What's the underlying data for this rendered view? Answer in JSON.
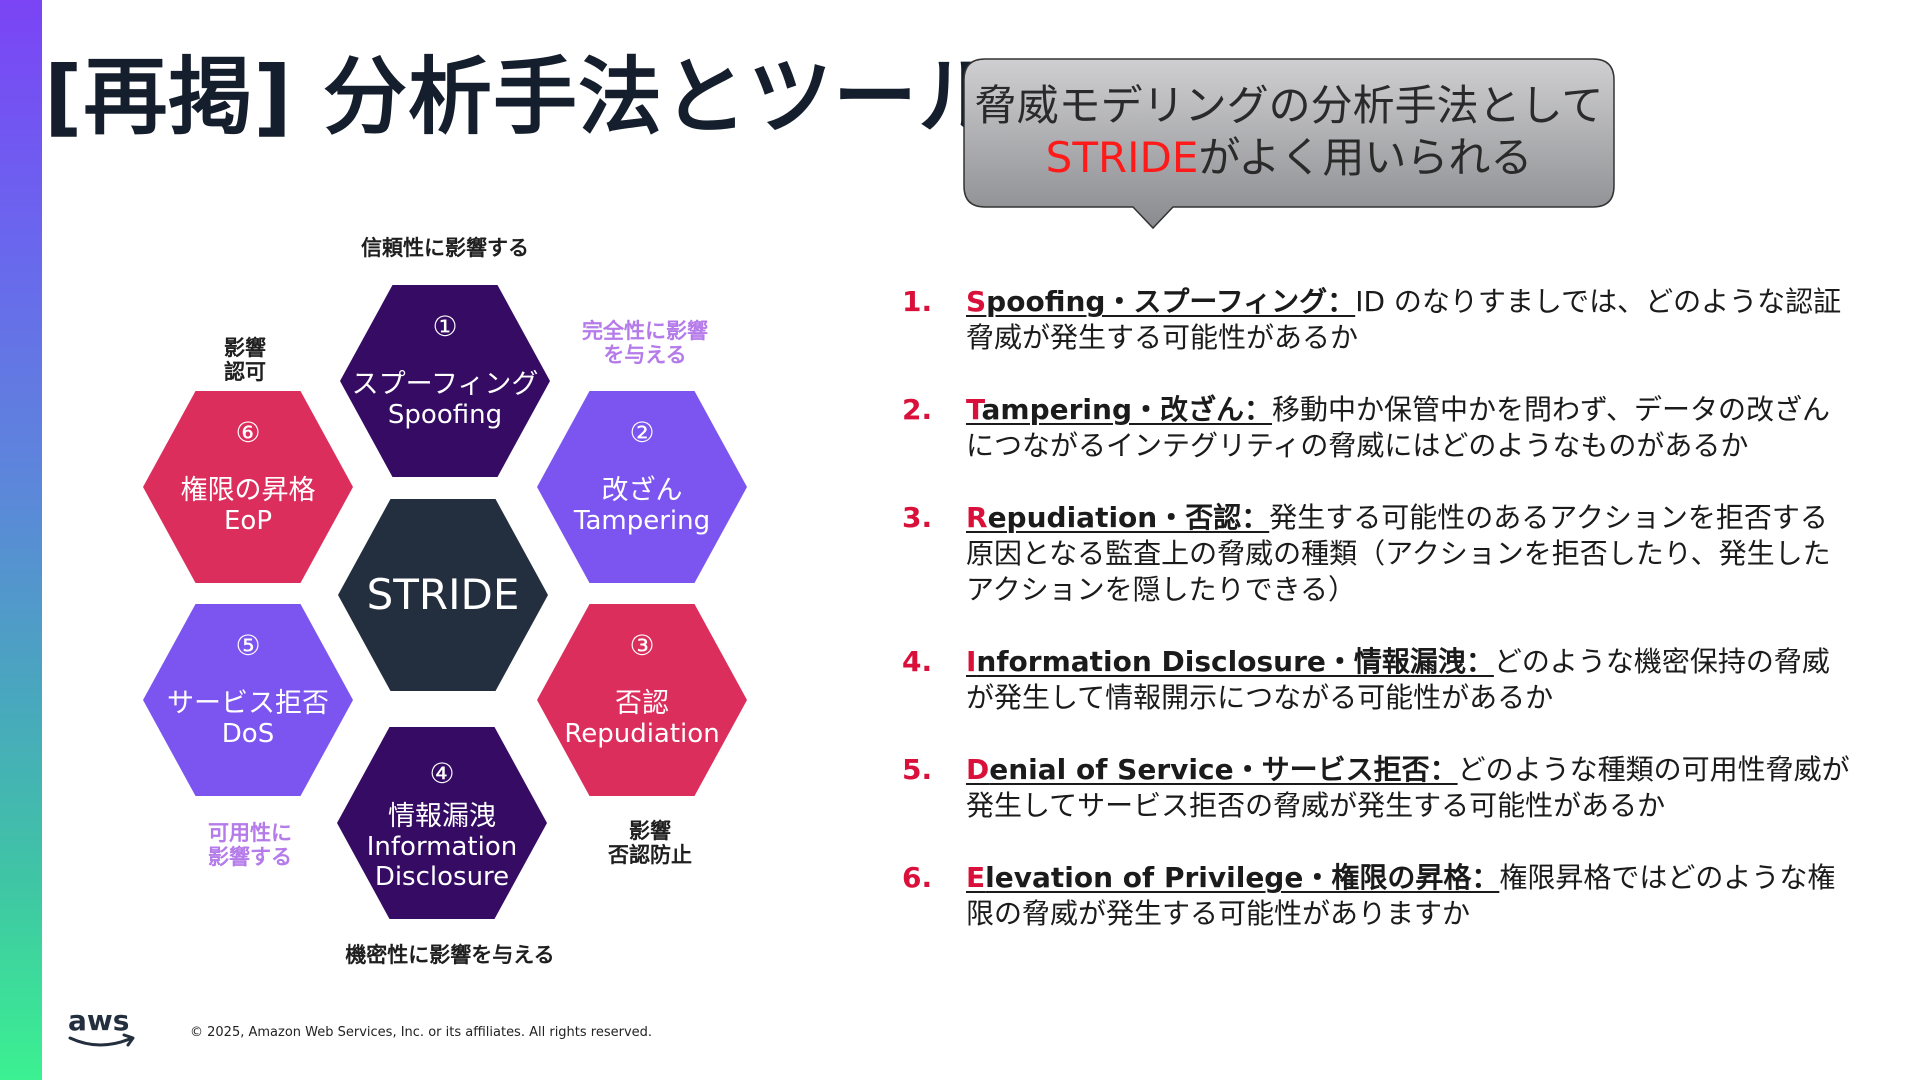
{
  "title": "[再掲] 分析手法とツール",
  "callout": {
    "line1": "脅威モデリングの分析手法として",
    "accent": "STRIDE",
    "line2_rest": "がよく用いられる"
  },
  "diagram": {
    "center": "STRIDE",
    "hexagons": [
      {
        "num": "①",
        "ja": "スプーフィング",
        "en": "Spoofing",
        "color": "#350b63"
      },
      {
        "num": "②",
        "ja": "改ざん",
        "en": "Tampering",
        "color": "#7c55f0"
      },
      {
        "num": "③",
        "ja": "否認",
        "en": "Repudiation",
        "color": "#dc2e5c"
      },
      {
        "num": "④",
        "ja": "情報漏洩",
        "en": "Information",
        "en2": "Disclosure",
        "color": "#350b63"
      },
      {
        "num": "⑤",
        "ja": "サービス拒否",
        "en": "DoS",
        "color": "#7c55f0"
      },
      {
        "num": "⑥",
        "ja": "権限の昇格",
        "en": "EoP",
        "color": "#dc2e5c"
      }
    ],
    "center_color": "#232f3e",
    "labels": {
      "top": "信頼性に影響する",
      "top_right_1": "完全性に影響",
      "top_right_2": "を与える",
      "top_left_1": "影響",
      "top_left_2": "認可",
      "bottom_right_1": "影響",
      "bottom_right_2": "否認防止",
      "bottom_left_1": "可用性に",
      "bottom_left_2": "影響する",
      "bottom": "機密性に影響を与える"
    }
  },
  "list": [
    {
      "num": "1.",
      "initial": "S",
      "term": "poofing・スプーフィング：",
      "desc": "ID のなりすましでは、どのような認証脅威が発生する可能性があるか"
    },
    {
      "num": "2.",
      "initial": "T",
      "term": "ampering・改ざん：",
      "desc": "移動中か保管中かを問わず、データの改ざんにつながるインテグリティの脅威にはどのようなものがあるか"
    },
    {
      "num": "3.",
      "initial": "R",
      "term": "epudiation・否認：",
      "desc": "発生する可能性のあるアクションを拒否する原因となる監査上の脅威の種類（アクションを拒否したり、発生したアクションを隠したりできる）"
    },
    {
      "num": "4.",
      "initial": "I",
      "term": "nformation Disclosure・情報漏洩：",
      "desc": "どのような機密保持の脅威が発生して情報開示につながる可能性があるか"
    },
    {
      "num": "5.",
      "initial": "D",
      "term": "enial of Service・サービス拒否：",
      "desc": "どのような種類の可用性脅威が発生してサービス拒否の脅威が発生する可能性があるか"
    },
    {
      "num": "6.",
      "initial": "E",
      "term": "levation of Privilege・権限の昇格：",
      "desc": "権限昇格ではどのような権限の脅威が発生する可能性がありますか"
    }
  ],
  "footer": {
    "logo_text": "aws",
    "copyright": "© 2025, Amazon Web Services, Inc. or its affiliates. All rights reserved."
  }
}
